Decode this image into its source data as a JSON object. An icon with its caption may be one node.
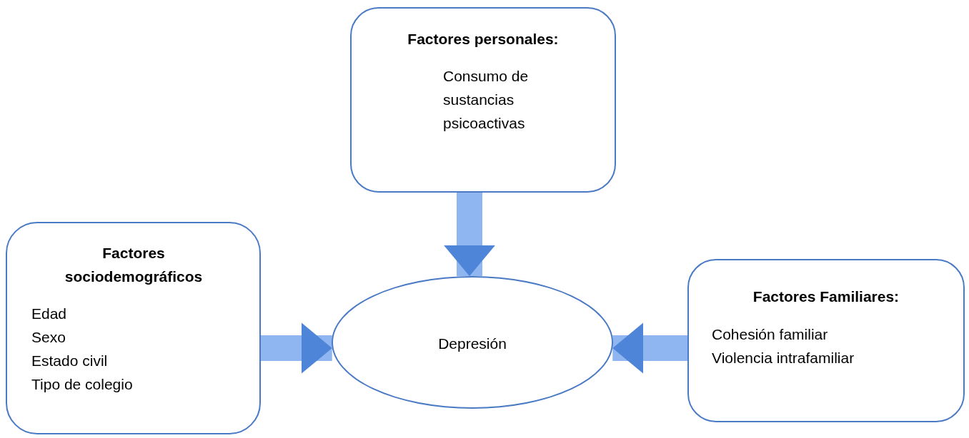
{
  "diagram": {
    "nodes": [
      {
        "text": [
          "Factores personales:",
          "Consumo de sustancias psicoactivas"
        ]
      },
      {
        "text": [
          "Factores sociodemográficos",
          "Edad",
          "Sexo",
          "Estado civil",
          "Tipo de colegio"
        ]
      },
      {
        "text": [
          "Depresión"
        ]
      },
      {
        "text": [
          "Factores Familiares:",
          "Cohesión familiar",
          "Violencia intrafamiliar"
        ]
      }
    ],
    "edges": [
      {
        "from": 0,
        "to": 2,
        "arrow": "to"
      },
      {
        "from": 1,
        "to": 2,
        "arrow": "to"
      },
      {
        "from": 3,
        "to": 2,
        "arrow": "to"
      }
    ]
  }
}
